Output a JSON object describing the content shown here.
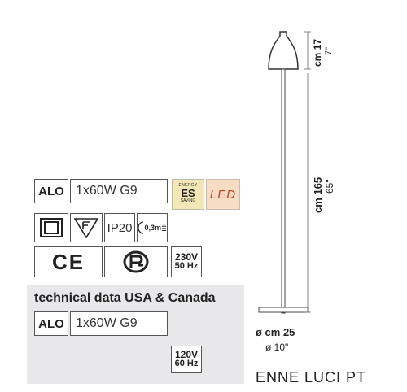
{
  "spec": {
    "mount": "ALO",
    "bulb": "1x60W G9",
    "energy_badge": {
      "top": "ENERGY",
      "main": "ES",
      "bottom": "SAVING"
    },
    "led_label": "LED",
    "ip_rating": "IP20",
    "distance_mark": "0,3m",
    "ce_mark": "CE",
    "voltage_eu": {
      "volts": "230V",
      "hertz": "50 Hz"
    }
  },
  "usa": {
    "heading": "technical data USA & Canada",
    "mount": "ALO",
    "bulb": "1x60W G9",
    "voltage": {
      "volts": "120V",
      "hertz": "60 Hz"
    }
  },
  "dimensions": {
    "shade_height_cm": "cm 17",
    "shade_height_in": "7\"",
    "total_height_cm": "cm 165",
    "total_height_in": "65\"",
    "base_diameter_cm": "ø cm 25",
    "base_diameter_in": "ø 10\""
  },
  "product_name": "ENNE LUCI PT"
}
